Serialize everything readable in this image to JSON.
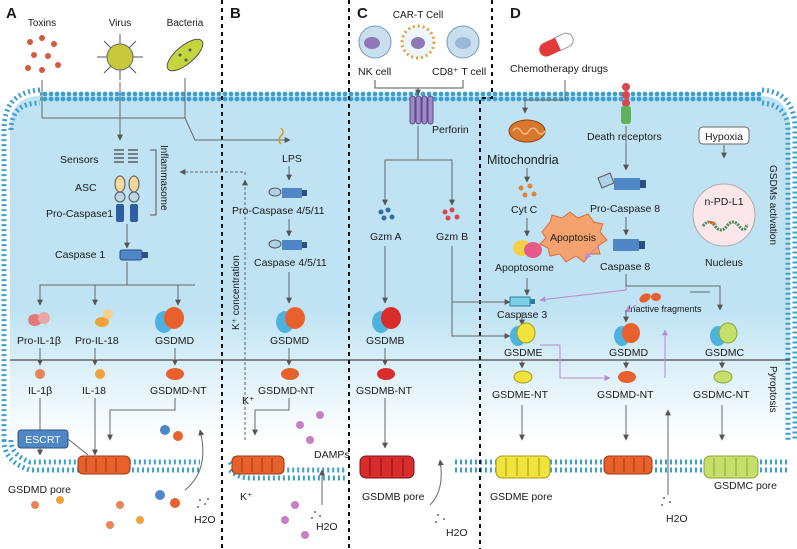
{
  "panels": {
    "a": "A",
    "b": "B",
    "c": "C",
    "d": "D"
  },
  "panel_a": {
    "pathogens": [
      "Toxins",
      "Virus",
      "Bacteria"
    ],
    "sensors": "Sensors",
    "asc": "ASC",
    "pro_caspase1": "Pro-Caspase1",
    "inflammasome": "Inflammasome",
    "caspase1": "Caspase 1",
    "pro_il1b": "Pro-IL-1β",
    "pro_il18": "Pro-IL-18",
    "gsdmd": "GSDMD",
    "il1b": "IL-1β",
    "il18": "IL-18",
    "gsdmd_nt": "GSDMD-NT",
    "escrt": "ESCRT",
    "pore": "GSDMD pore",
    "h2o": "H2O"
  },
  "panel_b": {
    "lps": "LPS",
    "pro_caspase": "Pro-Caspase 4/5/11",
    "caspase": "Caspase 4/5/11",
    "gsdmd": "GSDMD",
    "gsdmd_nt": "GSDMD-NT",
    "k_concentration": "K⁺ concentration",
    "k1": "K⁺",
    "k2": "K⁺",
    "damps": "DAMPs",
    "h2o": "H2O"
  },
  "panel_c": {
    "car_t": "CAR-T Cell",
    "nk": "NK cell",
    "cd8": "CD8⁺ T cell",
    "perforin": "Perforin",
    "gzma": "Gzm A",
    "gzmb": "Gzm B",
    "gsdmb": "GSDMB",
    "gsdmb_nt": "GSDMB-NT",
    "pore": "GSDMB pore",
    "h2o": "H2O"
  },
  "panel_d": {
    "chemo": "Chemotherapy drugs",
    "mitochondria": "Mitochondria",
    "death_receptors": "Death receptors",
    "hypoxia": "Hypoxia",
    "npdl1": "n-PD-L1",
    "nucleus": "Nucleus",
    "cytc": "Cyt C",
    "apoptosis": "Apoptosis",
    "apoptosome": "Apoptosome",
    "pro_caspase8": "Pro-Caspase 8",
    "caspase8": "Caspase 8",
    "caspase3": "Caspase 3",
    "inactive": "Inactive fragments",
    "gsdme": "GSDME",
    "gsdmd": "GSDMD",
    "gsdmc": "GSDMC",
    "gsdme_nt": "GSDME-NT",
    "gsdmd_nt": "GSDMD-NT",
    "gsdmc_nt": "GSDMC-NT",
    "gsdme_pore": "GSDME pore",
    "gsdmc_pore": "GSDMC pore",
    "h2o": "H2O"
  },
  "side_labels": {
    "activation": "GSDMs activation",
    "pyroptosis": "Pyroptosis"
  },
  "colors": {
    "cell_fill": "#bfe3f3",
    "membrane": "#4aa6d4",
    "gsdmd": "#e8602c",
    "gsdmb": "#d92d2d",
    "gsdme": "#f2e23c",
    "gsdmc": "#c6df6a",
    "caspase": "#4f86c6"
  }
}
